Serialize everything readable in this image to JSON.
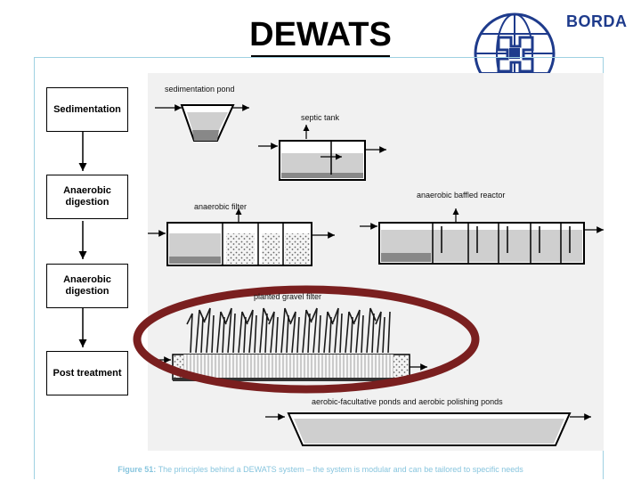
{
  "title": "DEWATS",
  "logo": {
    "brand": "BORDA",
    "icon": "borda-globe-icon"
  },
  "stages": [
    "Sedimentation",
    "Anaerobic\ndigestion",
    "Anaerobic\ndigestion",
    "Post treatment"
  ],
  "units": {
    "sedimentation_pond": "sedimentation pond",
    "septic_tank": "septic tank",
    "anaerobic_filter": "anaerobic filter",
    "anaerobic_baffled_reactor": "anaerobic baffled reactor",
    "planted_gravel_filter": "planted gravel filter",
    "aerobic_ponds": "aerobic-facultative ponds and aerobic polishing ponds"
  },
  "caption": {
    "figure": "Figure 51:",
    "text": " The principles behind a DEWATS system – the system is modular and can be tailored to specific needs"
  },
  "colors": {
    "highlight_ellipse": "#7a1f1f",
    "frame": "#9fd1e2",
    "brand": "#1e3b8c",
    "caption": "#87c5de"
  }
}
